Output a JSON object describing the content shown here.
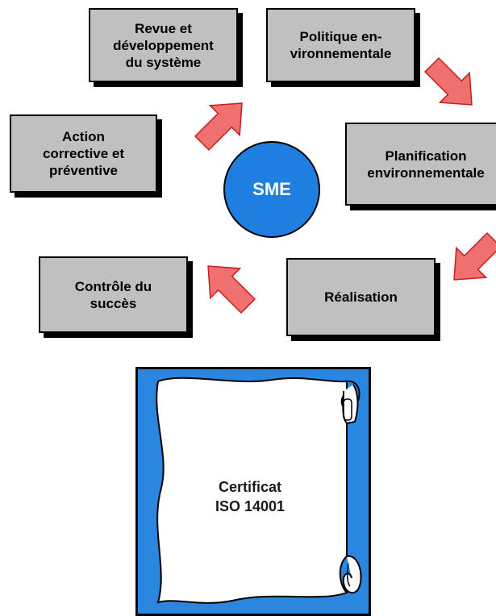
{
  "diagram": {
    "center": "SME",
    "steps": {
      "revue": "Revue et\ndéveloppement\ndu système",
      "politique": "Politique en-\nvironnementale",
      "planification": "Planification\nenvironnementale",
      "realisation": "Réalisation",
      "controle": "Contrôle du\nsuccès",
      "action": "Action\ncorrective et\npréventive"
    },
    "colors": {
      "box_fill": "#c0c0c0",
      "circle_fill": "#1f7fe0",
      "arrow_fill": "#f07070",
      "certificate_frame": "#2b86e0"
    }
  },
  "certificate": {
    "line1": "Certificat",
    "line2": "ISO 14001"
  }
}
